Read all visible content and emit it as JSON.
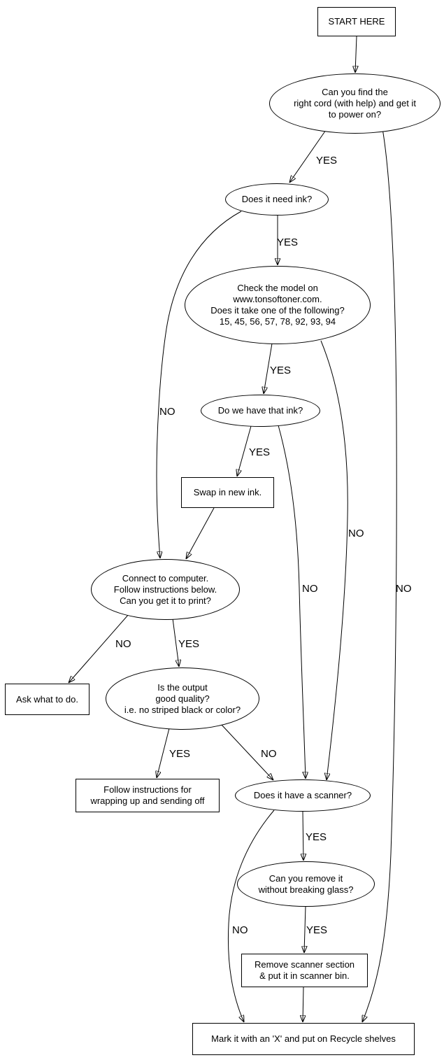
{
  "diagram": {
    "kind": "flowchart",
    "colors": {
      "stroke": "#000000",
      "background": "#ffffff",
      "text": "#000000"
    },
    "nodes": {
      "start": {
        "shape": "rect",
        "label": "START HERE"
      },
      "power": {
        "shape": "ellipse",
        "lines": [
          "Can you find the",
          "right cord (with help) and get it",
          "to power on?"
        ]
      },
      "ink": {
        "shape": "ellipse",
        "label": "Does it need ink?"
      },
      "model": {
        "shape": "ellipse",
        "lines": [
          "Check the model on",
          "www.tonsoftoner.com.",
          "Does it take one of the following?",
          "15, 45, 56, 57, 78, 92, 93, 94"
        ]
      },
      "have_ink": {
        "shape": "ellipse",
        "label": "Do we have that ink?"
      },
      "swap": {
        "shape": "rect",
        "label": "Swap in new ink."
      },
      "connect": {
        "shape": "ellipse",
        "lines": [
          "Connect to computer.",
          "Follow instructions below.",
          "Can you get it to print?"
        ]
      },
      "ask": {
        "shape": "rect",
        "label": "Ask what to do."
      },
      "quality": {
        "shape": "ellipse",
        "lines": [
          "Is the output",
          "good quality?",
          "i.e. no striped black or color?"
        ]
      },
      "wrap": {
        "shape": "rect",
        "lines": [
          "Follow instructions for",
          "wrapping up and sending off"
        ]
      },
      "scanner": {
        "shape": "ellipse",
        "label": "Does it have a scanner?"
      },
      "remove_glass": {
        "shape": "ellipse",
        "lines": [
          "Can you remove it",
          "without breaking glass?"
        ]
      },
      "remove_scanner": {
        "shape": "rect",
        "lines": [
          "Remove scanner section",
          "& put it in scanner bin."
        ]
      },
      "recycle": {
        "shape": "rect",
        "label": "Mark it with an 'X' and put on Recycle shelves"
      }
    },
    "edges": [
      {
        "from": "start",
        "to": "power",
        "label": ""
      },
      {
        "from": "power",
        "to": "ink",
        "label": "YES"
      },
      {
        "from": "power",
        "to": "recycle",
        "label": "NO"
      },
      {
        "from": "ink",
        "to": "model",
        "label": "YES"
      },
      {
        "from": "ink",
        "to": "connect",
        "label": "NO"
      },
      {
        "from": "model",
        "to": "have_ink",
        "label": "YES"
      },
      {
        "from": "model",
        "to": "scanner",
        "label": "NO"
      },
      {
        "from": "have_ink",
        "to": "swap",
        "label": "YES"
      },
      {
        "from": "have_ink",
        "to": "scanner",
        "label": "NO"
      },
      {
        "from": "swap",
        "to": "connect",
        "label": ""
      },
      {
        "from": "connect",
        "to": "ask",
        "label": "NO"
      },
      {
        "from": "connect",
        "to": "quality",
        "label": "YES"
      },
      {
        "from": "quality",
        "to": "wrap",
        "label": "YES"
      },
      {
        "from": "quality",
        "to": "scanner",
        "label": "NO"
      },
      {
        "from": "scanner",
        "to": "remove_glass",
        "label": "YES"
      },
      {
        "from": "scanner",
        "to": "recycle",
        "label": "NO"
      },
      {
        "from": "remove_glass",
        "to": "remove_scanner",
        "label": "YES"
      },
      {
        "from": "remove_scanner",
        "to": "recycle",
        "label": ""
      }
    ]
  }
}
